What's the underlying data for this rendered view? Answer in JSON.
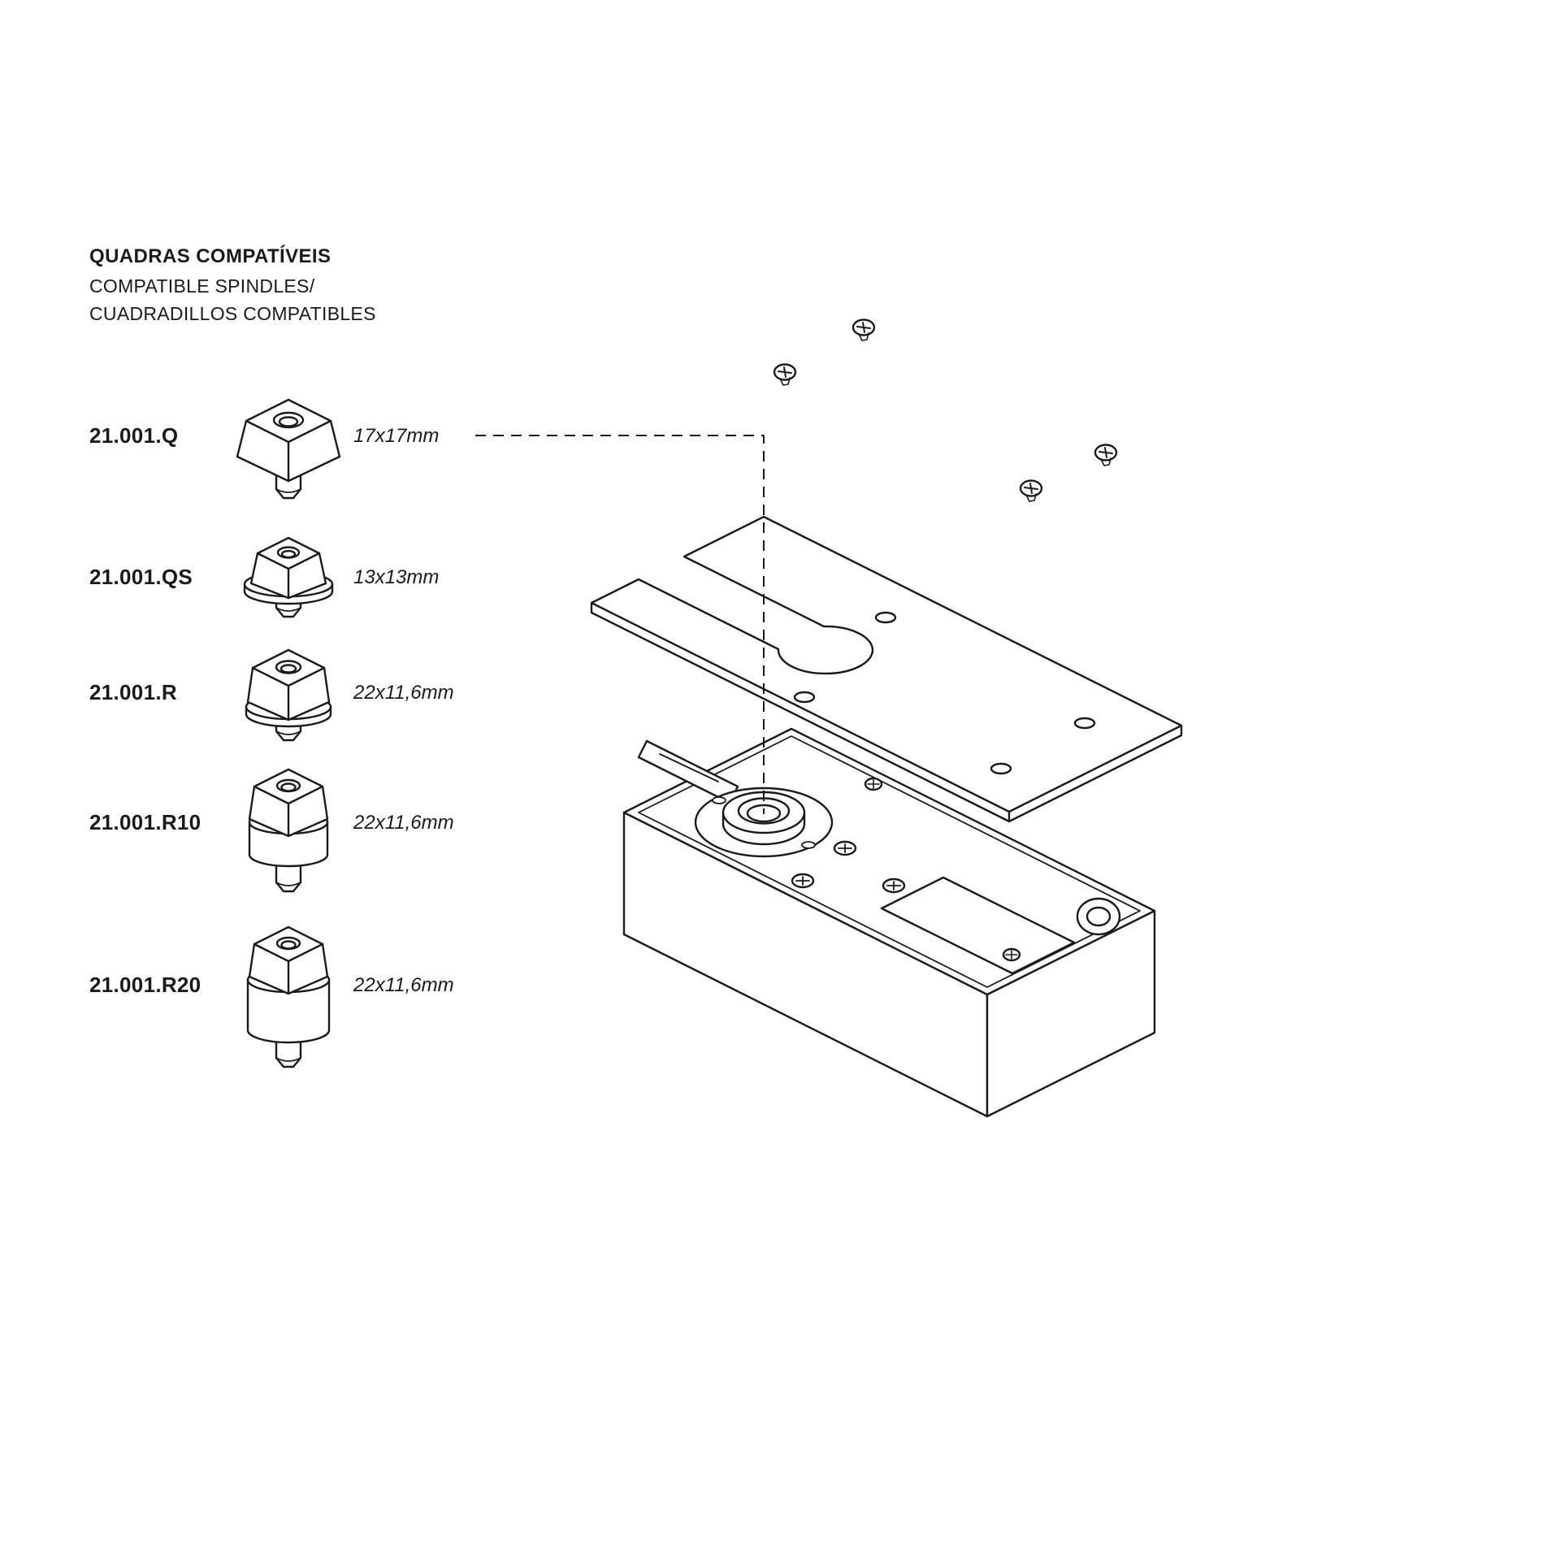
{
  "colors": {
    "ink": "#1a1a1a",
    "background": "#ffffff"
  },
  "header": {
    "title": "QUADRAS COMPATÍVEIS",
    "subtitle_en": "COMPATIBLE SPINDLES/",
    "subtitle_es": "CUADRADILLOS COMPATIBLES"
  },
  "spindles": [
    {
      "code": "21.001.Q",
      "size": "17x17mm",
      "icon": "spindle-q-icon"
    },
    {
      "code": "21.001.QS",
      "size": "13x13mm",
      "icon": "spindle-qs-icon"
    },
    {
      "code": "21.001.R",
      "size": "22x11,6mm",
      "icon": "spindle-r-icon"
    },
    {
      "code": "21.001.R10",
      "size": "22x11,6mm",
      "icon": "spindle-r10-icon"
    },
    {
      "code": "21.001.R20",
      "size": "22x11,6mm",
      "icon": "spindle-r20-icon"
    }
  ],
  "diagram": {
    "name": "floor-spring-exploded-view",
    "parts": [
      "cover-plate",
      "floor-spring-body",
      "fixing-screws"
    ]
  }
}
